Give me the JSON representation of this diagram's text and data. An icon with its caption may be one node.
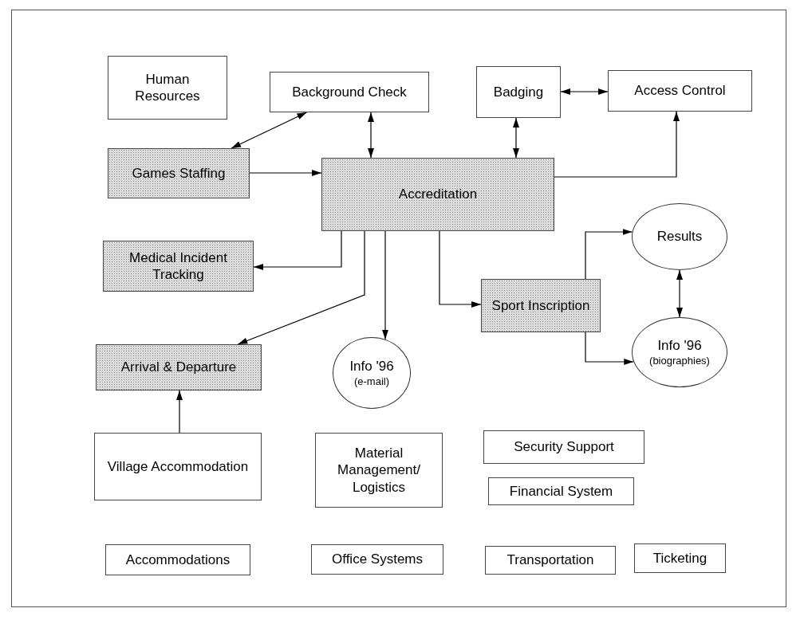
{
  "diagram": {
    "nodes": [
      {
        "text": [
          "Human Resources"
        ]
      },
      {
        "text": [
          "Background Check"
        ]
      },
      {
        "text": [
          "Badging"
        ]
      },
      {
        "text": [
          "Access Control"
        ]
      },
      {
        "text": [
          "Games Staffing"
        ]
      },
      {
        "text": [
          "Accreditation"
        ]
      },
      {
        "text": [
          "Medical Incident Tracking"
        ]
      },
      {
        "text": [
          "Results"
        ]
      },
      {
        "text": [
          "Sport Inscription"
        ]
      },
      {
        "text": [
          "Arrival & Departure"
        ]
      },
      {
        "text": [
          "Info '96",
          "(e-mail)"
        ]
      },
      {
        "text": [
          "Info '96",
          "(biographies)"
        ]
      },
      {
        "text": [
          "Village Accommodation"
        ]
      },
      {
        "text": [
          "Security Support"
        ]
      },
      {
        "text": [
          "Material Management/ Logistics"
        ]
      },
      {
        "text": [
          "Financial System"
        ]
      },
      {
        "text": [
          "Accommodations"
        ]
      },
      {
        "text": [
          "Office Systems"
        ]
      },
      {
        "text": [
          "Transportation"
        ]
      },
      {
        "text": [
          "Ticketing"
        ]
      }
    ],
    "edges": [
      {
        "from": 4,
        "to": 1,
        "arrow": "both"
      },
      {
        "from": 1,
        "to": 5,
        "arrow": "both"
      },
      {
        "from": 2,
        "to": 5,
        "arrow": "both"
      },
      {
        "from": 2,
        "to": 3,
        "arrow": "both"
      },
      {
        "from": 4,
        "to": 5,
        "arrow": "to"
      },
      {
        "from": 5,
        "to": 3,
        "arrow": "to"
      },
      {
        "from": 5,
        "to": 6,
        "arrow": "to"
      },
      {
        "from": 5,
        "to": 9,
        "arrow": "to"
      },
      {
        "from": 5,
        "to": 10,
        "arrow": "to"
      },
      {
        "from": 5,
        "to": 8,
        "arrow": "to"
      },
      {
        "from": 8,
        "to": 7,
        "arrow": "to"
      },
      {
        "from": 8,
        "to": 11,
        "arrow": "to"
      },
      {
        "from": 7,
        "to": 11,
        "arrow": "both"
      },
      {
        "from": 12,
        "to": 9,
        "arrow": "to"
      }
    ]
  }
}
